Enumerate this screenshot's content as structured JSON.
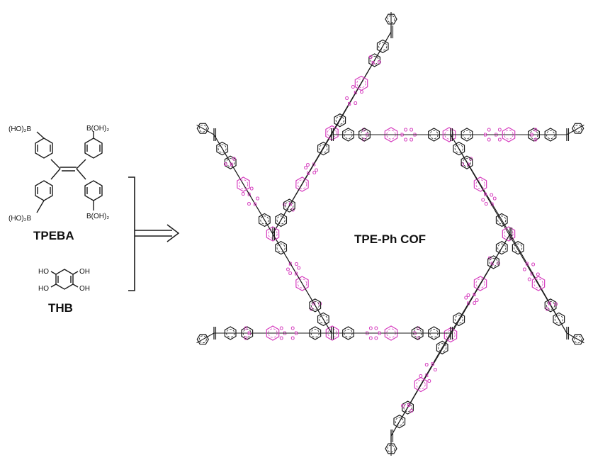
{
  "colors": {
    "bond": "#1a1a1a",
    "boronate": "#d63fbf",
    "background": "#ffffff"
  },
  "reactants": {
    "tpeba": {
      "name": "TPEBA",
      "substituent_left": "(HO)₂B",
      "substituent_right": "B(OH)₂"
    },
    "thb": {
      "name": "THB",
      "hydroxyl": "HO",
      "hydroxyl_right": "OH"
    }
  },
  "reaction": {
    "arrow_icon": "double-arrow-right-icon"
  },
  "product": {
    "label": "TPE-Ph COF",
    "boronate_atoms": {
      "boron": "B",
      "oxygen": "O"
    }
  }
}
